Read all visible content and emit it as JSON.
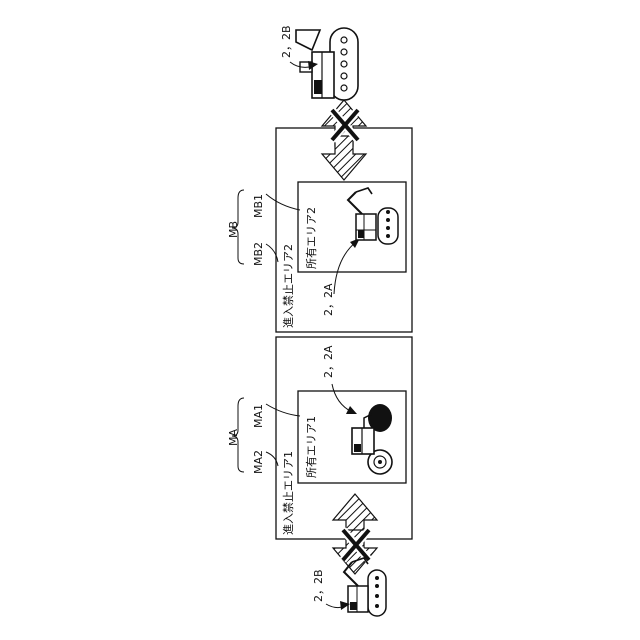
{
  "labels": {
    "ma": "MA",
    "ma1": "MA1",
    "ma2": "MA2",
    "mb": "MB",
    "mb1": "MB1",
    "mb2": "MB2",
    "ref_2a_top": "2，2A",
    "ref_2a_bottom": "2，2A",
    "ref_2b_top": "2，2B",
    "ref_2b_bottom": "2，2B"
  },
  "areas": {
    "no_entry_1": "進入禁止エリア1",
    "owned_1": "所有エリア1",
    "no_entry_2": "進入禁止エリア2",
    "owned_2": "所有エリア2"
  },
  "colors": {
    "line": "#111111",
    "background": "#ffffff"
  }
}
